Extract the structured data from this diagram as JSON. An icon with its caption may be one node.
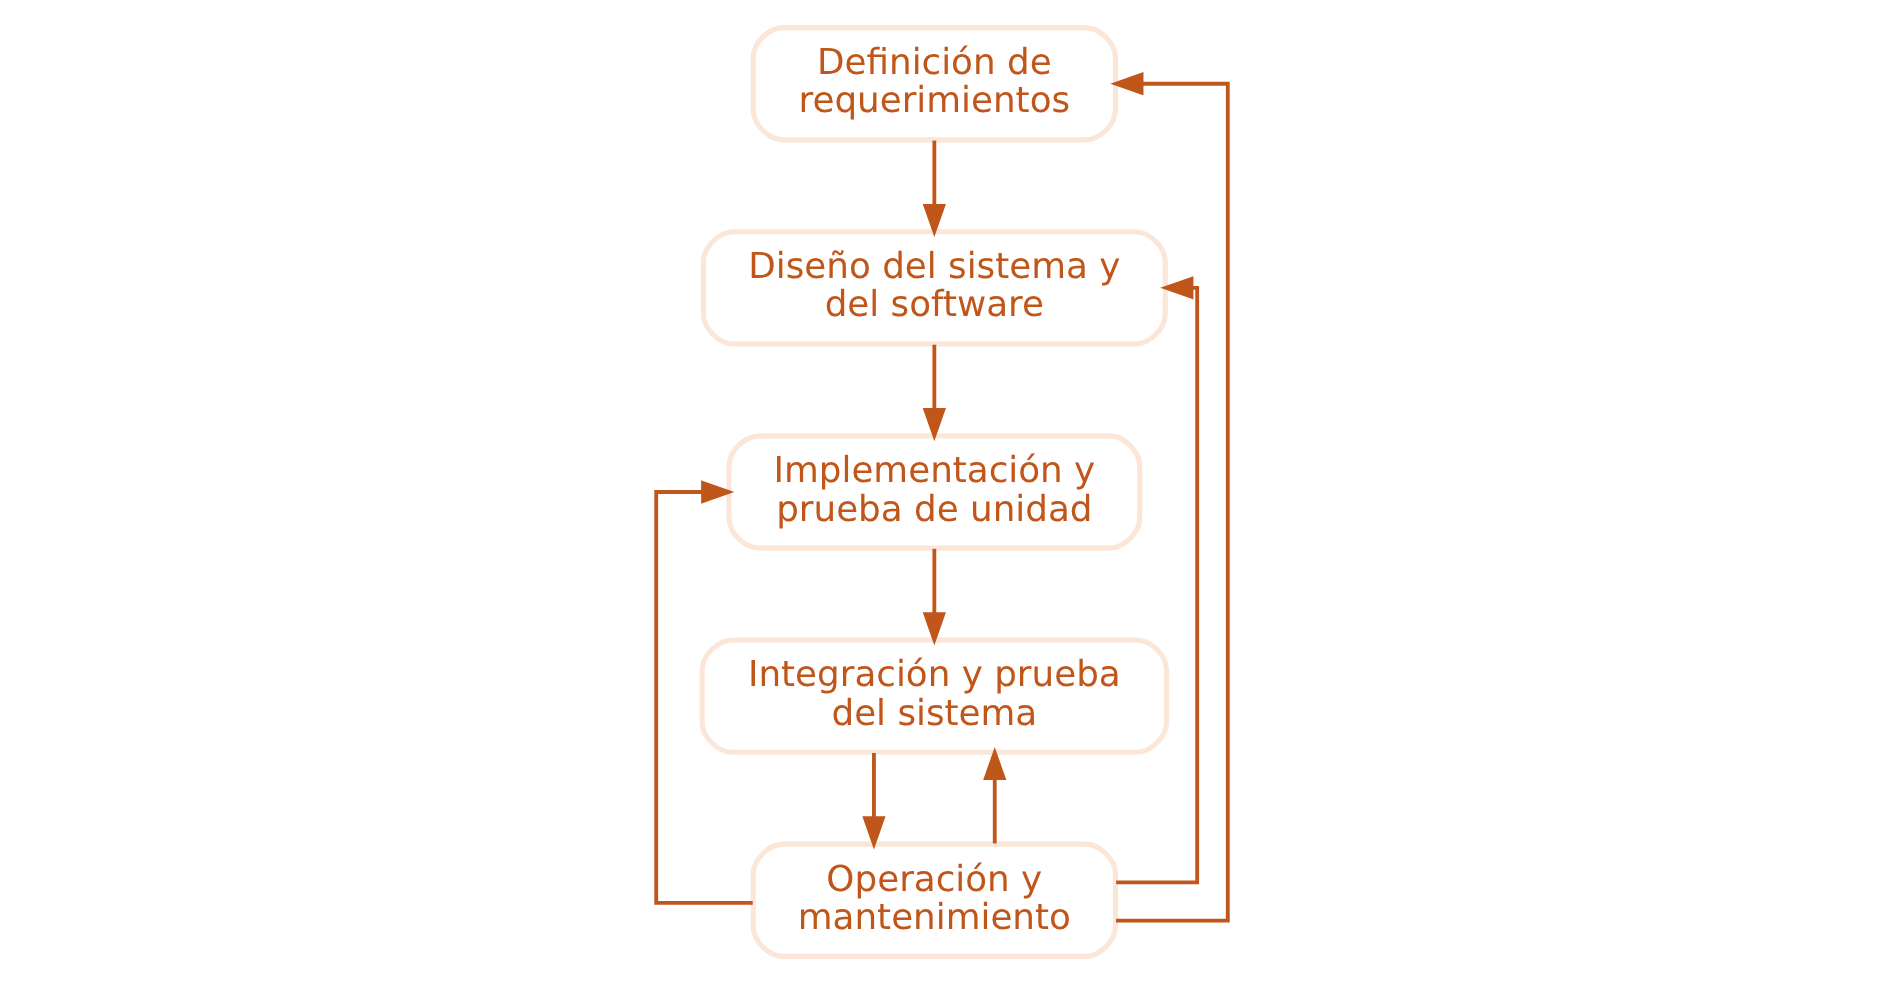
{
  "diagram": {
    "nodes": [
      {
        "text": [
          "Definición de requerimientos"
        ]
      },
      {
        "text": [
          "Diseño del sistema y del software"
        ]
      },
      {
        "text": [
          "Implementación y prueba de unidad"
        ]
      },
      {
        "text": [
          "Integración y prueba del sistema"
        ]
      },
      {
        "text": [
          "Operación y mantenimiento"
        ]
      }
    ],
    "edges": [
      {
        "from": 0,
        "to": 1,
        "arrow": "to"
      },
      {
        "from": 1,
        "to": 2,
        "arrow": "to"
      },
      {
        "from": 2,
        "to": 3,
        "arrow": "to"
      },
      {
        "from": 3,
        "to": 4,
        "arrow": "to"
      },
      {
        "from": 4,
        "to": 3,
        "arrow": "to"
      },
      {
        "from": 4,
        "to": 2,
        "arrow": "to"
      },
      {
        "from": 4,
        "to": 1,
        "arrow": "to"
      },
      {
        "from": 4,
        "to": 0,
        "arrow": "to"
      }
    ]
  }
}
